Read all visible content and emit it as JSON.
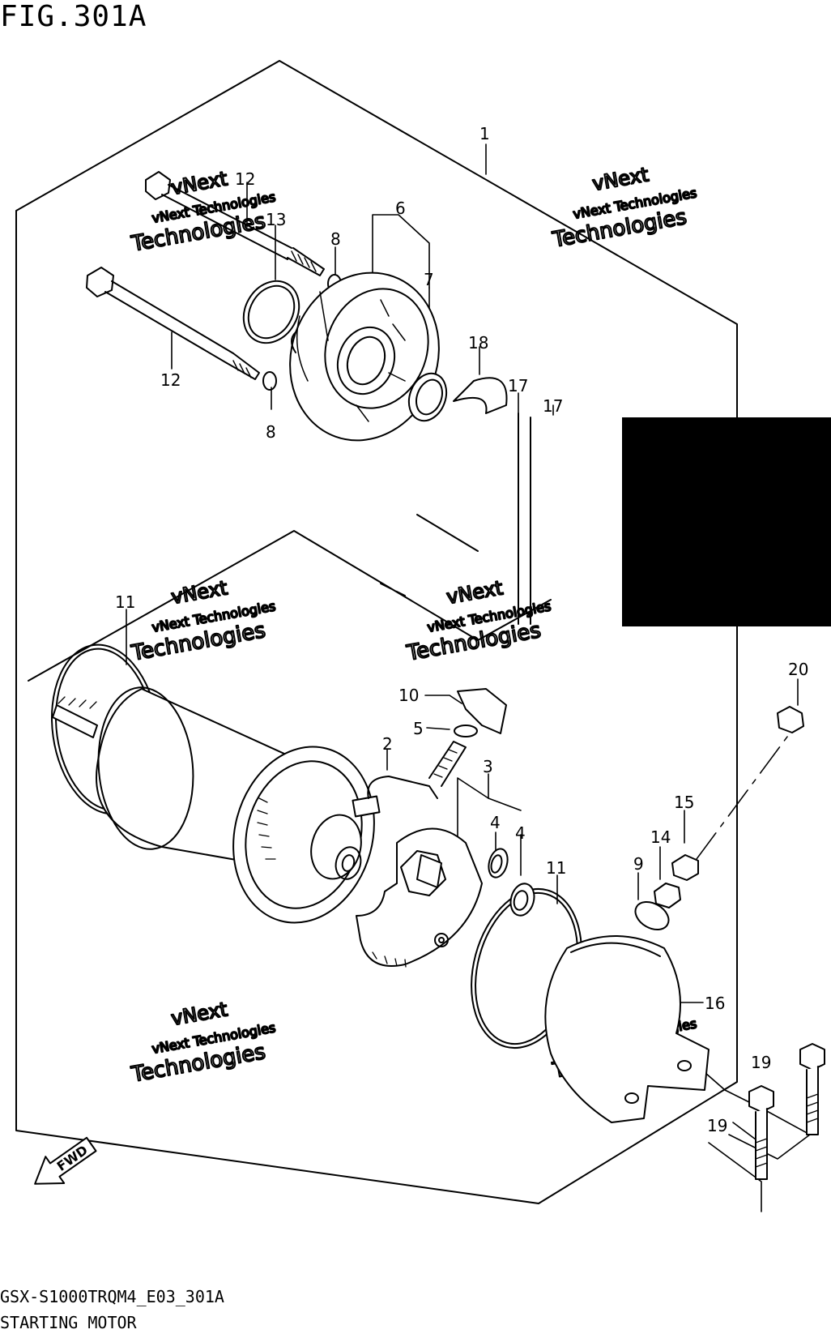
{
  "figure": {
    "title": "FIG.301A",
    "diagram_code": "GSX-S1000TRQM4_E03_301A",
    "diagram_name": "STARTING MOTOR"
  },
  "fwd_label": "FWD",
  "watermark": {
    "line1": "vNext",
    "line2": "vNext Technologies",
    "line3": "Technologies"
  },
  "callouts": [
    "1",
    "12",
    "13",
    "8",
    "6",
    "7",
    "18",
    "17",
    "17",
    "12",
    "8",
    "11",
    "10",
    "5",
    "2",
    "3",
    "4",
    "4",
    "11",
    "9",
    "14",
    "15",
    "20",
    "16",
    "19",
    "19"
  ]
}
